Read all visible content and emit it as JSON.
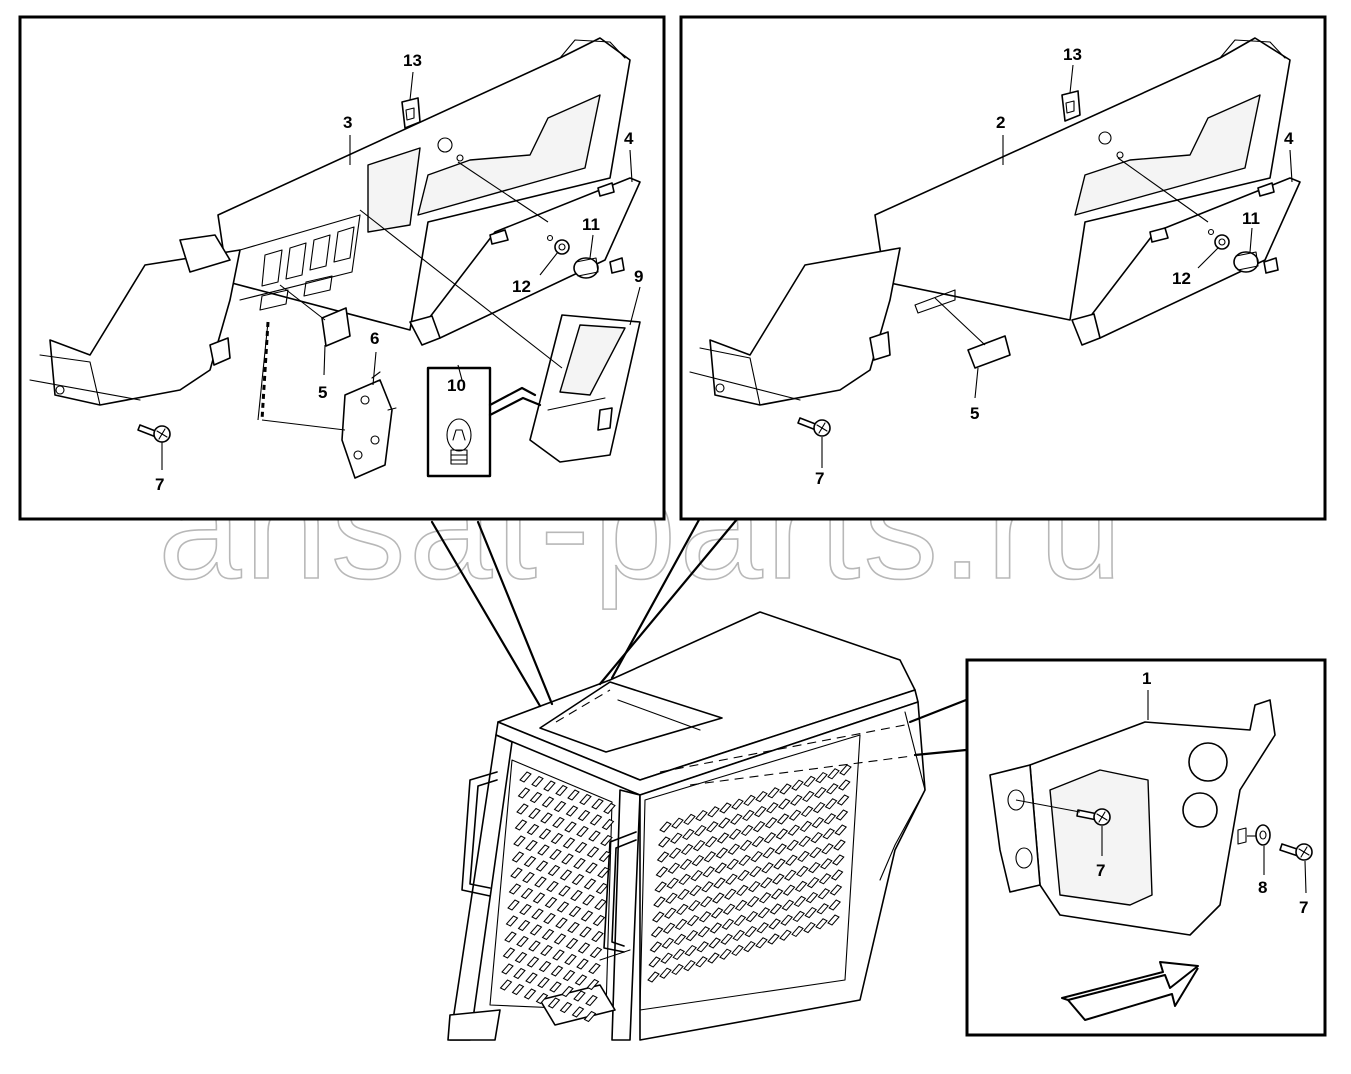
{
  "watermark": "ansat-parts.ru",
  "panel_left": {
    "callouts": {
      "c3": "3",
      "c13": "13",
      "c4": "4",
      "c11": "11",
      "c12": "12",
      "c9": "9",
      "c10": "10",
      "c5": "5",
      "c6": "6",
      "c7": "7"
    }
  },
  "panel_right": {
    "callouts": {
      "c13": "13",
      "c2": "2",
      "c4": "4",
      "c11": "11",
      "c12": "12",
      "c5": "5",
      "c7": "7"
    }
  },
  "panel_bottom_right": {
    "callouts": {
      "c1": "1",
      "c7a": "7",
      "c8": "8",
      "c7b": "7"
    }
  },
  "icons": {
    "bulb": "bulb-icon",
    "direction_arrow": "direction-arrow-icon"
  }
}
